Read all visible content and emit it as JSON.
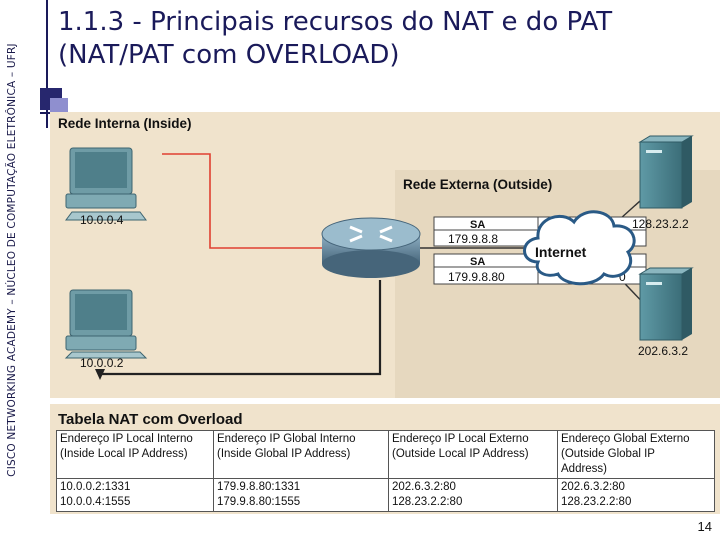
{
  "side_label": "CISCO NETWORKING ACADEMY – NÚCLEO DE COMPUTAÇÃO ELETRÔNICA – UFRJ",
  "title_line1": "1.1.3 - Principais recursos do NAT e do PAT",
  "title_line2": "(NAT/PAT com OVERLOAD)",
  "diagram": {
    "inside_label": "Rede Interna (Inside)",
    "outside_label": "Rede Externa (Outside)",
    "internet_label": "Internet",
    "host_top_ip": "10.0.0.4",
    "host_bottom_ip": "10.0.0.2",
    "server_top_ip": "128.23.2.2",
    "server_bottom_ip": "202.6.3.2",
    "packet1": {
      "sa_label": "SA",
      "sa_value": "179.9.8.8",
      "da_suffix": "0"
    },
    "packet2": {
      "sa_label": "SA",
      "sa_value": "179.9.8.80",
      "da_suffix": "0"
    }
  },
  "nat_table": {
    "title": "Tabela NAT com Overload",
    "headers": [
      [
        "Endereço IP Local Interno",
        "(Inside Local IP Address)"
      ],
      [
        "Endereço IP Global Interno",
        "(Inside Global IP Address)"
      ],
      [
        "Endereço IP Local Externo",
        "(Outside Local IP Address)"
      ],
      [
        "Endereço Global Externo",
        "(Outside Global IP",
        "Address)"
      ]
    ],
    "rows": [
      [
        "10.0.0.2:1331",
        "179.9.8.80:1331",
        "202.6.3.2:80",
        "202.6.3.2:80"
      ],
      [
        "10.0.0.4:1555",
        "179.9.8.80:1555",
        "128.23.2.2:80",
        "128.23.2.2:80"
      ]
    ]
  },
  "page_number": "14",
  "colors": {
    "accent": "#1a1a5a",
    "panel": "#f0e3cc",
    "route": "#e04030"
  }
}
